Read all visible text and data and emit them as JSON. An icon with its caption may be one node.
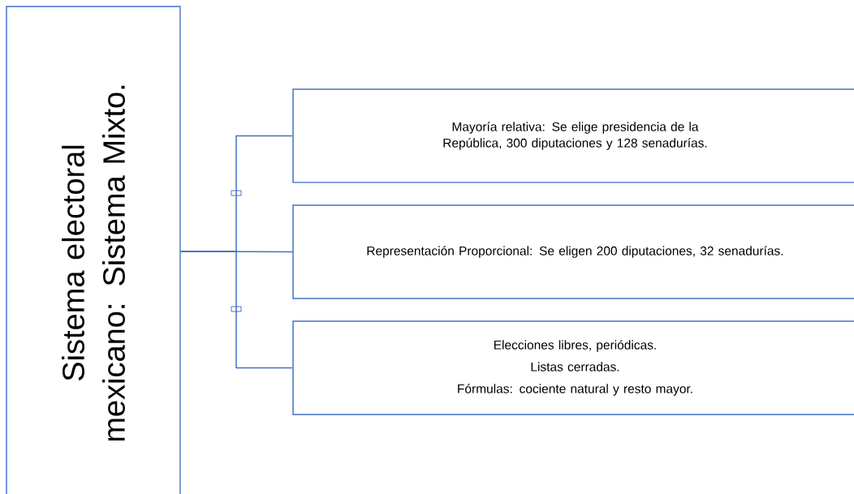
{
  "diagram": {
    "nodes": [
      {
        "text": [
          "Sistema electoral mexicano: Sistema Mixto."
        ]
      },
      {
        "text": [
          "Mayoría relativa: Se elige presidencia de la República, 300 diputaciones y 128 senadurías."
        ]
      },
      {
        "text": [
          "Representación Proporcional: Se eligen 200 diputaciones, 32 senadurías."
        ]
      },
      {
        "text": [
          "Elecciones libres, periódicas.",
          "Listas cerradas.",
          "Fórmulas: cociente natural y resto mayor."
        ]
      }
    ],
    "edges": [
      {
        "from": 0,
        "to": 1,
        "arrow": "none"
      },
      {
        "from": 0,
        "to": 2,
        "arrow": "none"
      },
      {
        "from": 0,
        "to": 3,
        "arrow": "none"
      }
    ]
  }
}
